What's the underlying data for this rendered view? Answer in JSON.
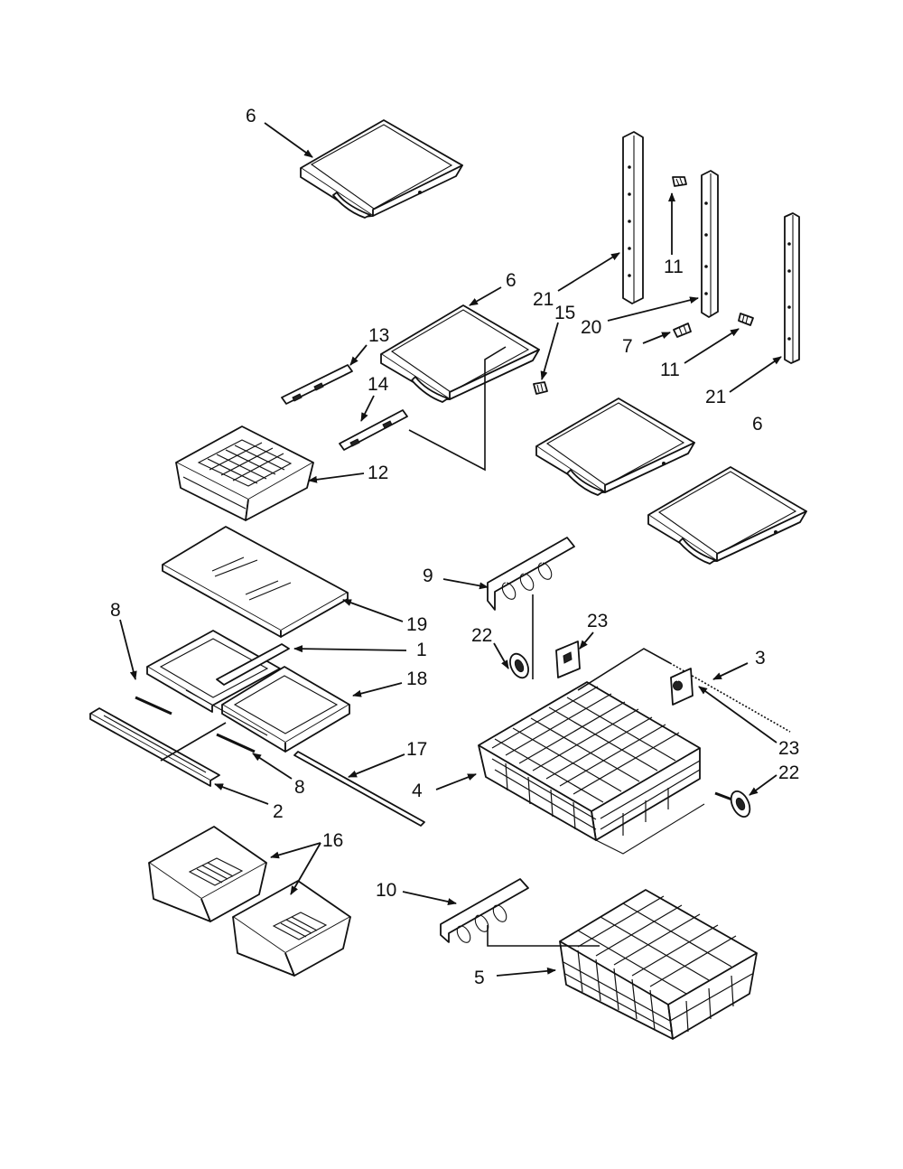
{
  "callouts": [
    {
      "id": "c6a",
      "text": "6"
    },
    {
      "id": "c6b",
      "text": "6"
    },
    {
      "id": "c6c",
      "text": "6"
    },
    {
      "id": "c11a",
      "text": "11"
    },
    {
      "id": "c21a",
      "text": "21"
    },
    {
      "id": "c15",
      "text": "15"
    },
    {
      "id": "c20",
      "text": "20"
    },
    {
      "id": "c7",
      "text": "7"
    },
    {
      "id": "c11b",
      "text": "11"
    },
    {
      "id": "c21b",
      "text": "21"
    },
    {
      "id": "c13",
      "text": "13"
    },
    {
      "id": "c14",
      "text": "14"
    },
    {
      "id": "c12",
      "text": "12"
    },
    {
      "id": "c9",
      "text": "9"
    },
    {
      "id": "c19",
      "text": "19"
    },
    {
      "id": "c8a",
      "text": "8"
    },
    {
      "id": "c1",
      "text": "1"
    },
    {
      "id": "c22a",
      "text": "22"
    },
    {
      "id": "c23a",
      "text": "23"
    },
    {
      "id": "c3",
      "text": "3"
    },
    {
      "id": "c18",
      "text": "18"
    },
    {
      "id": "c23b",
      "text": "23"
    },
    {
      "id": "c17",
      "text": "17"
    },
    {
      "id": "c22b",
      "text": "22"
    },
    {
      "id": "c8b",
      "text": "8"
    },
    {
      "id": "c4",
      "text": "4"
    },
    {
      "id": "c2",
      "text": "2"
    },
    {
      "id": "c16",
      "text": "16"
    },
    {
      "id": "c10",
      "text": "10"
    },
    {
      "id": "c5",
      "text": "5"
    }
  ]
}
